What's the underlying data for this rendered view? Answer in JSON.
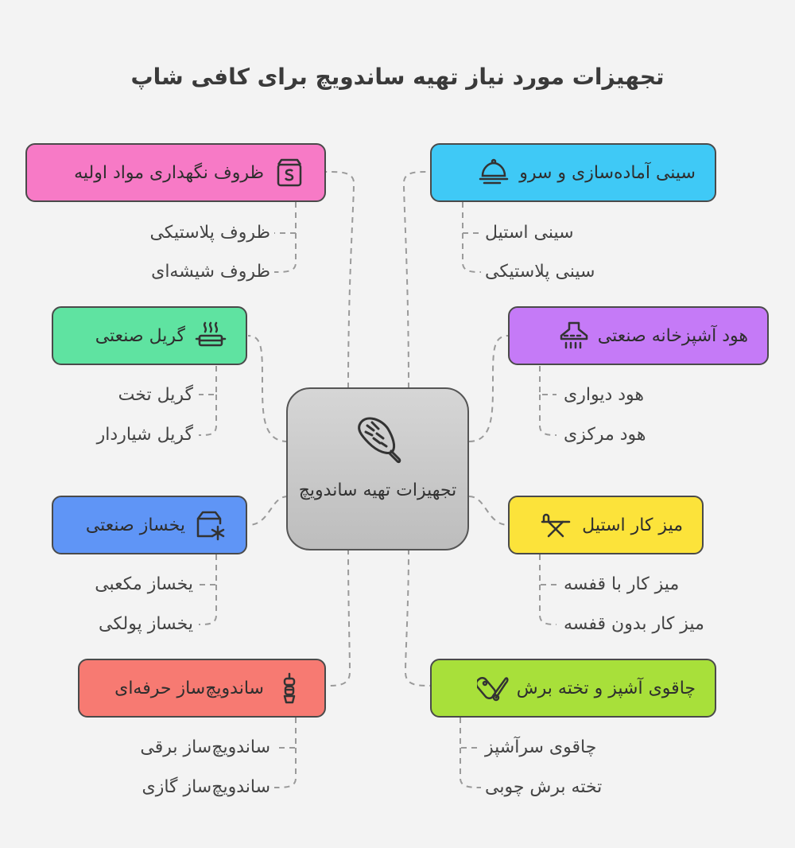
{
  "title": "تجهیزات مورد نیاز تهیه ساندویچ برای کافی شاپ",
  "center": {
    "label": "تجهیزات تهیه ساندویچ",
    "icon": "sandwich-bread-icon"
  },
  "colors": {
    "pink": "#f77ac6",
    "cyan": "#3fc9f6",
    "green": "#5fe3a1",
    "purple": "#c57af7",
    "blue": "#5f95f6",
    "yellow": "#fce33a",
    "red": "#f77a72",
    "lime": "#a8e03a"
  },
  "branches": {
    "storage": {
      "label": "ظروف نگهداری مواد اولیه",
      "icon": "storage-container-icon",
      "color": "#f77ac6",
      "items": [
        "ظروف پلاستیکی",
        "ظروف شیشه‌ای"
      ]
    },
    "tray": {
      "label": "سینی آماده‌سازی و سرو",
      "icon": "serving-cloche-icon",
      "color": "#3fc9f6",
      "items": [
        "سینی استیل",
        "سینی پلاستیکی"
      ]
    },
    "grill": {
      "label": "گریل صنعتی",
      "icon": "grill-icon",
      "color": "#5fe3a1",
      "items": [
        "گریل تخت",
        "گریل شیاردار"
      ]
    },
    "hood": {
      "label": "هود آشپزخانه صنعتی",
      "icon": "range-hood-icon",
      "color": "#c57af7",
      "items": [
        "هود دیواری",
        "هود مرکزی"
      ]
    },
    "freezer": {
      "label": "یخساز صنعتی",
      "icon": "ice-maker-icon",
      "color": "#5f95f6",
      "items": [
        "یخساز مکعبی",
        "یخساز پولکی"
      ]
    },
    "table": {
      "label": "میز کار استیل",
      "icon": "work-table-icon",
      "color": "#fce33a",
      "items": [
        "میز کار با قفسه",
        "میز کار بدون قفسه"
      ]
    },
    "maker": {
      "label": "ساندویچ‌ساز حرفه‌ای",
      "icon": "sandwich-maker-icon",
      "color": "#f77a72",
      "items": [
        "ساندویچ‌ساز برقی",
        "ساندویچ‌ساز گازی"
      ]
    },
    "knife": {
      "label": "چاقوی آشپز و تخته برش",
      "icon": "knife-board-icon",
      "color": "#a8e03a",
      "items": [
        "چاقوی سرآشپز",
        "تخته برش چوبی"
      ]
    }
  }
}
